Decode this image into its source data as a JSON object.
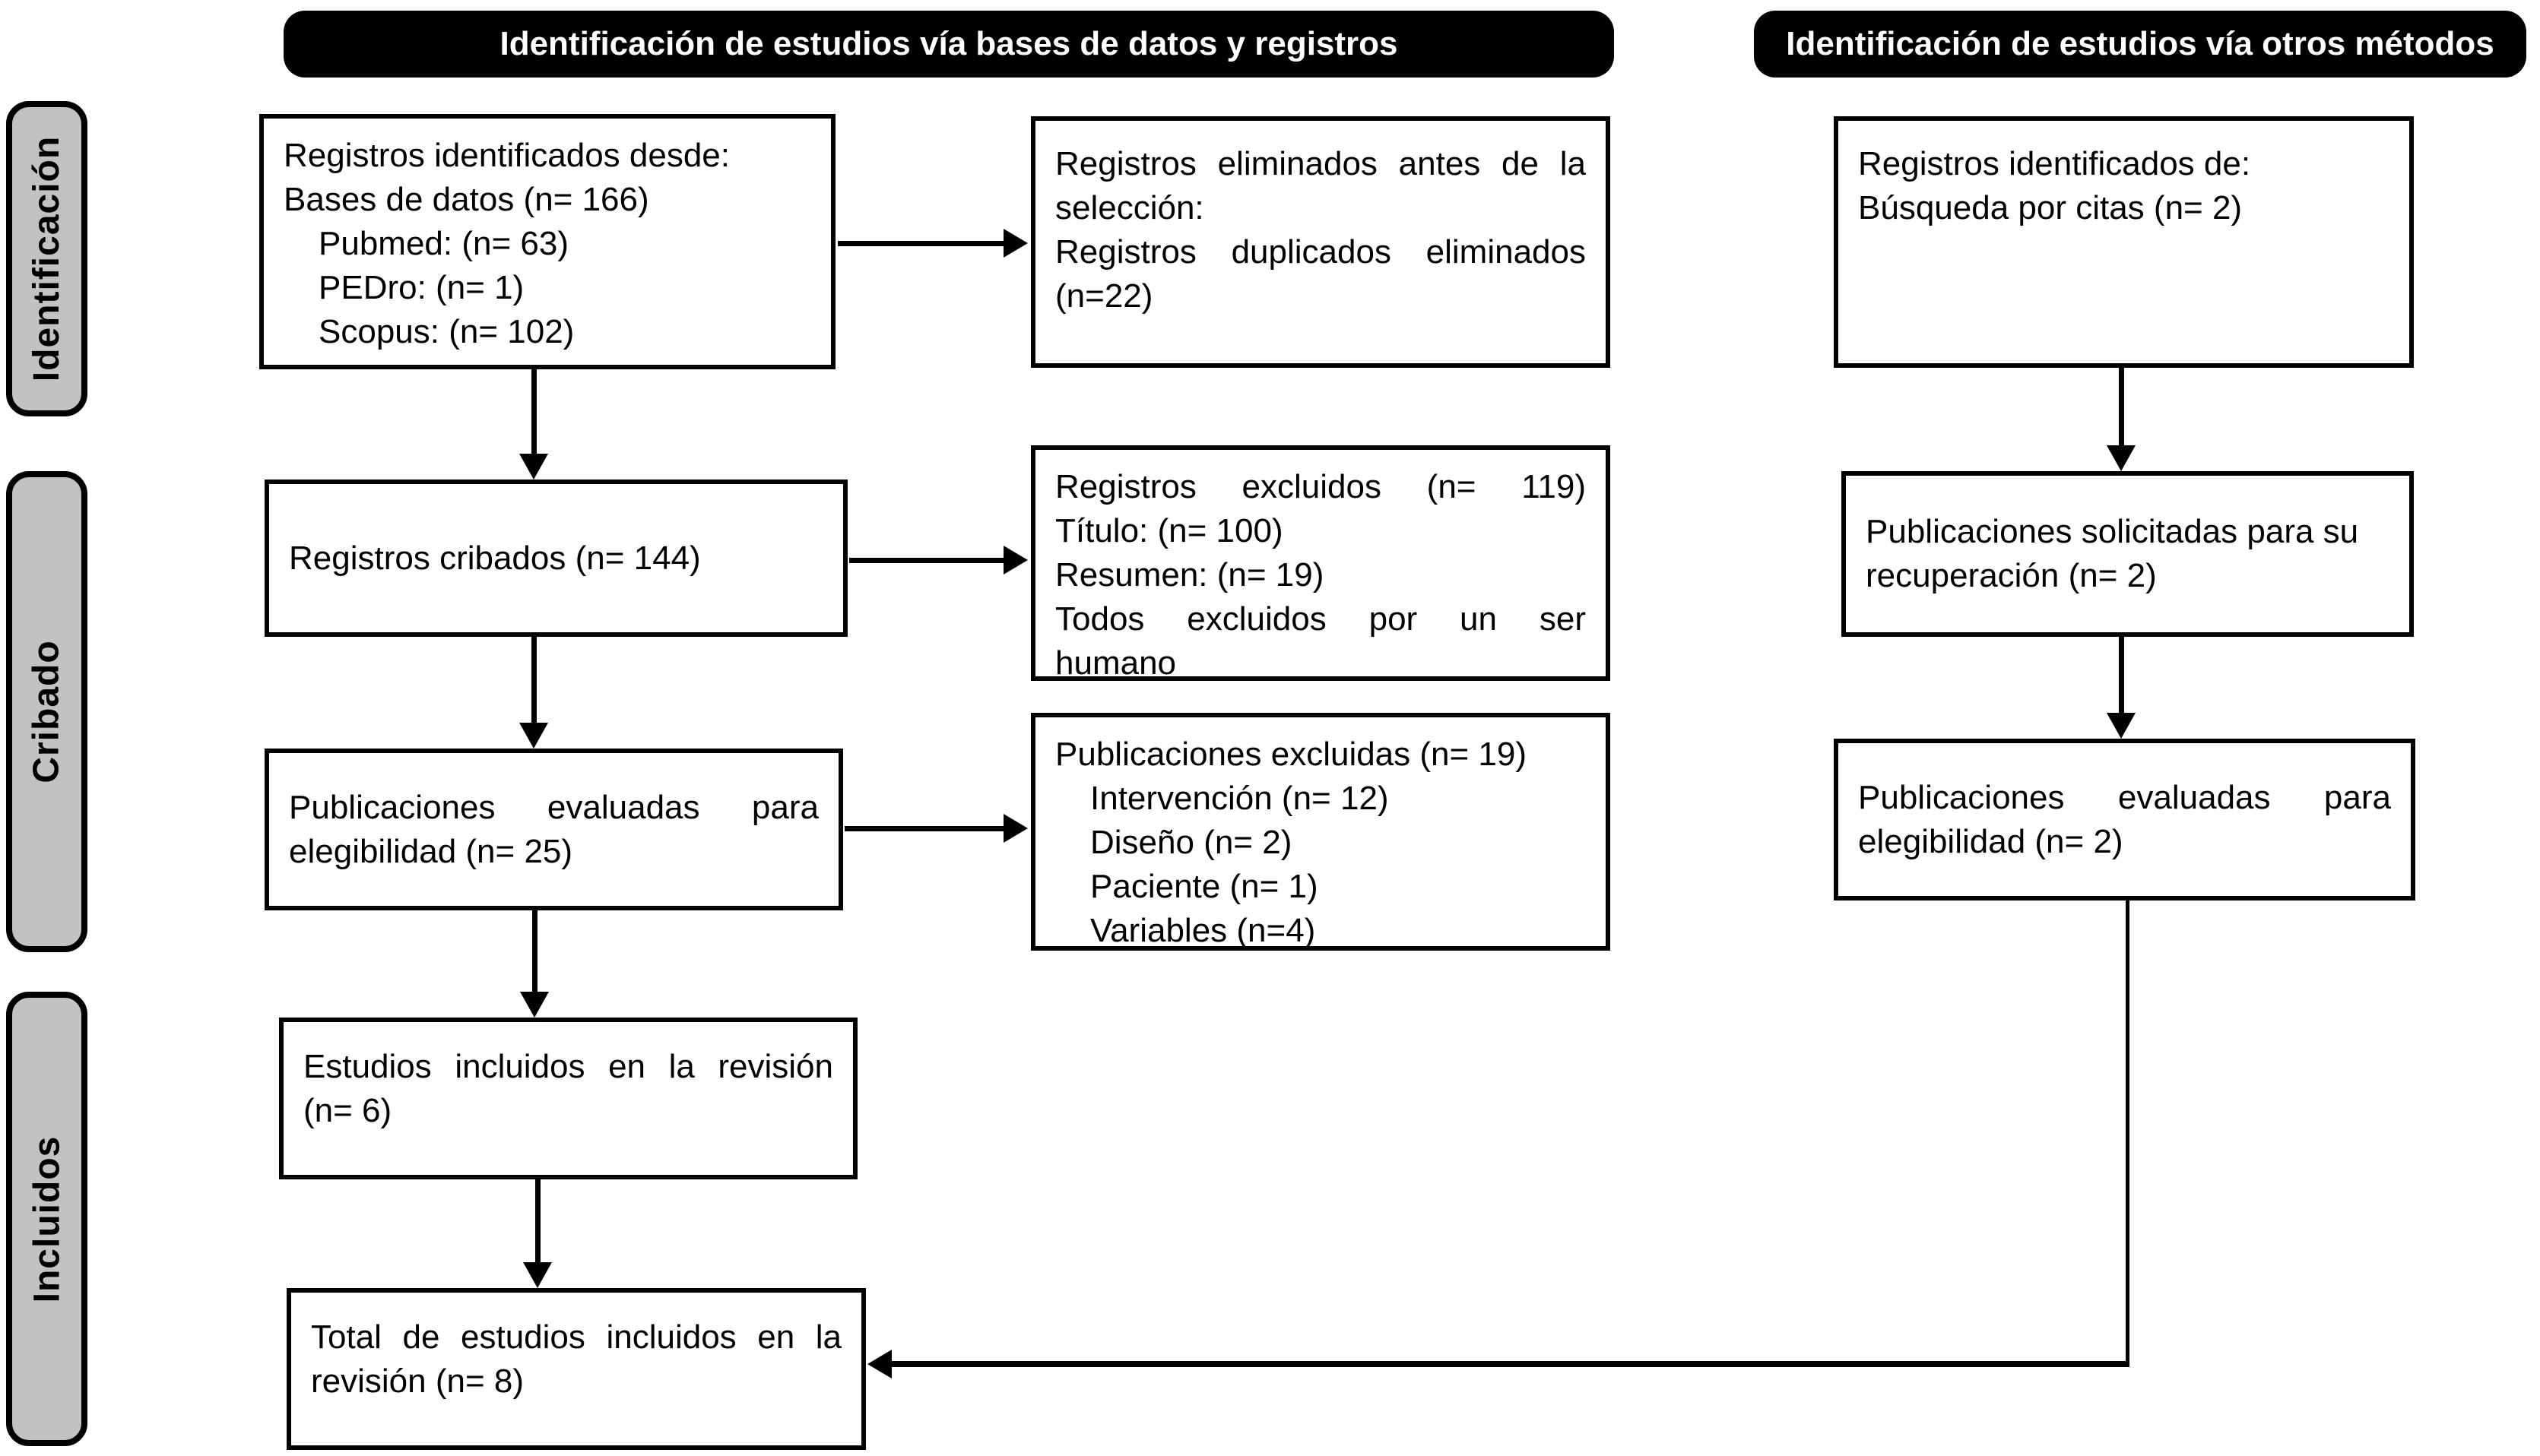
{
  "headers": {
    "databases": "Identificación de estudios vía bases de datos y registros",
    "other_methods": "Identificación de estudios vía otros métodos"
  },
  "stages": {
    "identification": "Identificación",
    "screening": "Cribado",
    "included": "Incluidos"
  },
  "boxes": {
    "db_identified": {
      "lines": [
        "Registros identificados desde:",
        "Bases de datos (n= 166)",
        "Pubmed: (n= 63)",
        "PEDro: (n= 1)",
        "Scopus: (n= 102)"
      ]
    },
    "removed_before_screening": {
      "lines": [
        "Registros eliminados antes de la",
        "selección:",
        "Registros duplicados eliminados",
        "(n=22)"
      ]
    },
    "citation_identified": {
      "lines": [
        "Registros identificados de:",
        "Búsqueda por citas (n= 2)"
      ]
    },
    "screened": {
      "lines": [
        "Registros cribados (n= 144)"
      ]
    },
    "records_excluded": {
      "lines": [
        "Registros excluidos (n= 119)",
        "Título: (n= 100)",
        "Resumen: (n= 19)",
        "Todos excluidos por un ser",
        "humano"
      ]
    },
    "sought_retrieval": {
      "lines": [
        "Publicaciones solicitadas para su",
        "recuperación (n= 2)"
      ]
    },
    "assessed_eligibility_left": {
      "lines": [
        "Publicaciones evaluadas para",
        "elegibilidad (n= 25)"
      ]
    },
    "publications_excluded": {
      "lines": [
        "Publicaciones excluidas (n= 19)",
        "Intervención (n= 12)",
        "Diseño (n= 2)",
        "Paciente (n= 1)",
        "Variables (n=4)"
      ]
    },
    "assessed_eligibility_right": {
      "lines": [
        "Publicaciones evaluadas para",
        "elegibilidad (n= 2)"
      ]
    },
    "included_review": {
      "lines": [
        "Estudios incluidos en la revisión",
        "(n= 6)"
      ]
    },
    "total_included": {
      "lines": [
        "Total de estudios incluidos en la",
        "revisión (n= 8)"
      ]
    }
  },
  "colors": {
    "header_bg": "#000000",
    "header_text": "#ffffff",
    "stage_bg": "#c2c2c2",
    "box_bg": "#ffffff",
    "line_and_border": "#000000"
  }
}
